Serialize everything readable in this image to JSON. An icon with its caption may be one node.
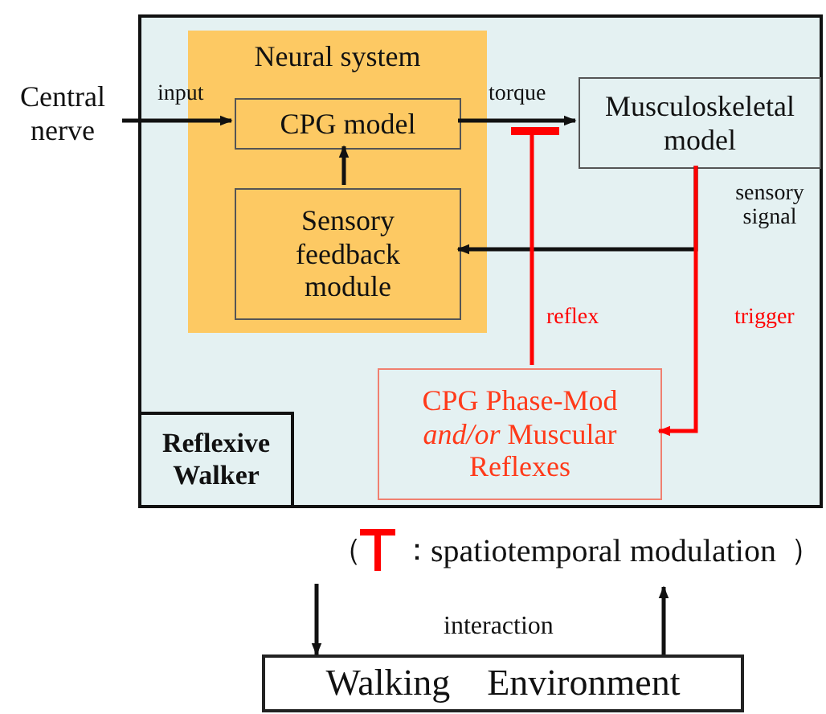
{
  "diagram": {
    "nodes": [
      {
        "text": [
          "Reflexive Walker"
        ]
      },
      {
        "text": [
          "Neural system"
        ],
        "in": 0
      },
      {
        "text": [
          "CPG model"
        ],
        "in": 1
      },
      {
        "text": [
          "Sensory feedback module"
        ],
        "in": 1
      },
      {
        "text": [
          "Musculoskeletal model"
        ],
        "in": 0
      },
      {
        "text": [
          "CPG Phase-Mod *and/or* Muscular Reflexes"
        ],
        "in": 0
      },
      {
        "text": [
          "Central nerve"
        ]
      },
      {
        "text": [
          "Walking　Environment"
        ]
      },
      {
        "text": [],
        "shape": "bar",
        "in": 0
      }
    ],
    "edges": [
      {
        "from": 6,
        "to": 2,
        "arrow": "to",
        "label": "input"
      },
      {
        "from": 2,
        "to": 4,
        "arrow": "to",
        "label": "torque"
      },
      {
        "from": 3,
        "to": 2,
        "arrow": "to"
      },
      {
        "from": 4,
        "to": 3,
        "arrow": "to",
        "label": "sensory signal"
      },
      {
        "from": 4,
        "to": 5,
        "arrow": "to",
        "label": "trigger",
        "color": "#ff0000"
      },
      {
        "from": 5,
        "to": 8,
        "arrow": "none",
        "label": "reflex",
        "color": "#ff0000"
      },
      {
        "from": null,
        "to": 7,
        "arrow": "to"
      },
      {
        "from": 7,
        "to": null,
        "arrow": "to"
      }
    ],
    "labels": [
      "（",
      "：",
      "）",
      "interaction"
    ],
    "legend": [
      {
        "text": "spatiotemporal modulation"
      }
    ]
  }
}
